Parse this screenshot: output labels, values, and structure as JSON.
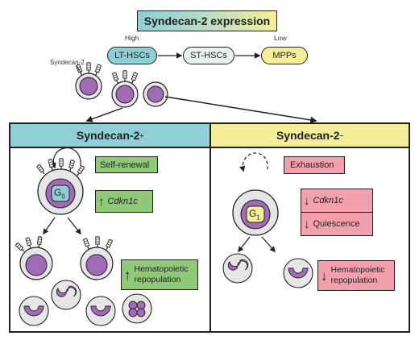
{
  "title": "Syndecan-2 expression",
  "expression_scale": {
    "high": "High",
    "low": "Low"
  },
  "cell_types": {
    "lt_hsc": "LT-HSCs",
    "st_hsc": "ST-HSCs",
    "mpp": "MPPs"
  },
  "marker_label": "Syndecan-2",
  "left_panel": {
    "title": "Syndecan-2",
    "title_sup": "+",
    "header_color": "#8fd0d6",
    "cell_state": "G",
    "cell_state_sub": "0",
    "labels": {
      "self_renewal": "Self-renewal",
      "cdkn1c": "Cdkn1c",
      "hemato_line1": "Hematopoietic",
      "hemato_line2": "repopulation"
    },
    "arrows": {
      "cdkn1c": "↑",
      "hemato": "↑"
    }
  },
  "right_panel": {
    "title": "Syndecan-2",
    "title_sup": "–",
    "header_color": "#f4ee96",
    "cell_state": "G",
    "cell_state_sub": "1",
    "labels": {
      "exhaustion": "Exhaustion",
      "cdkn1c": "Cdkn1c",
      "quiescence": "Quiescence",
      "hemato_line1": "Hematopoietic",
      "hemato_line2": "repopulation"
    },
    "arrows": {
      "cdkn1c": "↓",
      "quiescence": "↓",
      "hemato": "↓"
    }
  },
  "colors": {
    "cyan": "#8fd0d6",
    "yellow": "#f4ee96",
    "green_box": "#8fc977",
    "pink_box": "#f2a0ac",
    "nucleus": "#a16bb5",
    "cytoplasm": "#e6e6e7",
    "outline": "#231f20"
  }
}
